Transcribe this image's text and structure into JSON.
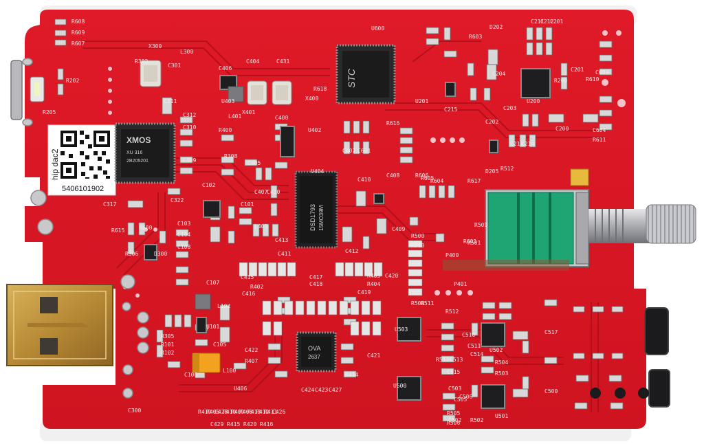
{
  "board": {
    "qr_sticker": {
      "title": "hip dac2",
      "serial": "5406101902"
    },
    "chips": {
      "xmos": {
        "brand": "XMOS",
        "line1": "XU 316",
        "line2": "2B205201"
      },
      "dac": {
        "line1": "DSD1793",
        "line2": "15MO39M"
      },
      "mcu": {
        "brand": "STC"
      },
      "opamp": {
        "line1": "OVA",
        "line2": "2637"
      }
    },
    "silkscreen": [
      "R608",
      "R609",
      "R607",
      "R302",
      "X300",
      "C301",
      "L300",
      "C406",
      "C404",
      "C431",
      "U600",
      "D202",
      "C211",
      "C212",
      "L201",
      "R603",
      "C204",
      "R610",
      "C603",
      "U403",
      "X401",
      "L401",
      "X400",
      "R618",
      "C311",
      "C312",
      "R400",
      "U201",
      "C215",
      "U200",
      "C200",
      "R200",
      "C201",
      "C202",
      "C203",
      "C213",
      "C214",
      "C604",
      "R611",
      "C310",
      "C309",
      "R308",
      "C405",
      "C400",
      "U402",
      "C602",
      "C601",
      "R616",
      "R512",
      "D205",
      "R205",
      "R202",
      "U404",
      "C407",
      "C430",
      "C410",
      "C408",
      "R604",
      "R605",
      "R606",
      "R617",
      "C102",
      "C322",
      "C317",
      "R615",
      "R600",
      "R306",
      "D300",
      "C103",
      "C104",
      "C108",
      "C101",
      "L403",
      "C413",
      "C411",
      "C409",
      "R509",
      "R601",
      "C412",
      "R500",
      "R510",
      "P400",
      "R501",
      "P401",
      "C415",
      "R402",
      "C416",
      "C417",
      "C418",
      "R403",
      "R404",
      "C420",
      "C419",
      "C107",
      "L102",
      "U101",
      "C105",
      "R305",
      "R101",
      "R102",
      "C100",
      "L100",
      "C422",
      "C421",
      "R407",
      "R414",
      "R508",
      "R511",
      "U503",
      "R512",
      "C510",
      "C511",
      "R513",
      "C513",
      "C515",
      "U502",
      "C517",
      "C514",
      "R504",
      "R503",
      "U500",
      "C503",
      "C505",
      "C506",
      "R505",
      "R506",
      "C502",
      "R502",
      "U501",
      "C500",
      "C300",
      "U406",
      "R419",
      "R406",
      "C428",
      "R410",
      "R409",
      "R408",
      "R413",
      "R412",
      "R411",
      "C426",
      "C429",
      "R415",
      "R420",
      "R416",
      "C424",
      "C423",
      "C427"
    ]
  }
}
